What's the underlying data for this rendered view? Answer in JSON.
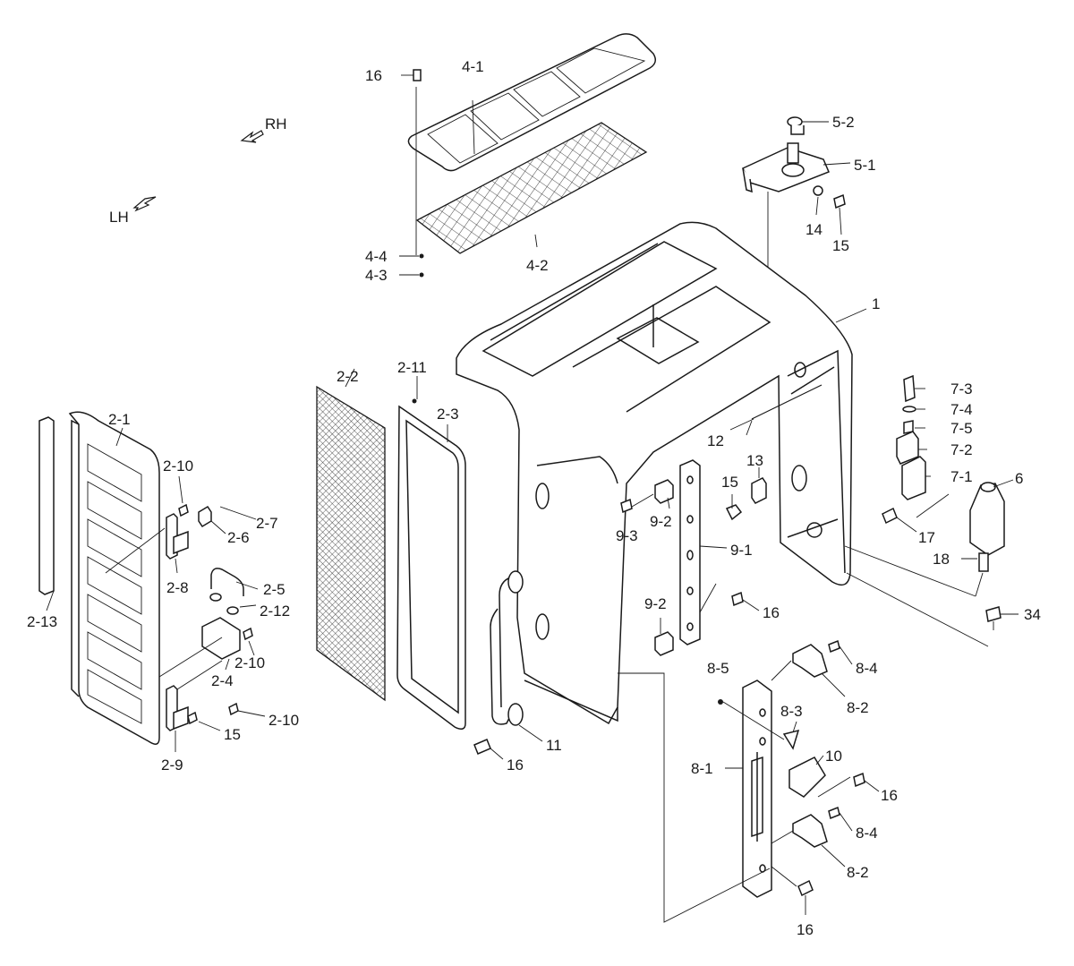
{
  "directions": {
    "rh": "RH",
    "lh": "LH"
  },
  "labels": {
    "p1": "1",
    "p2_1": "2-1",
    "p2_2": "2-2",
    "p2_3": "2-3",
    "p2_4": "2-4",
    "p2_5": "2-5",
    "p2_6": "2-6",
    "p2_7": "2-7",
    "p2_8": "2-8",
    "p2_9": "2-9",
    "p2_10a": "2-10",
    "p2_10b": "2-10",
    "p2_10c": "2-10",
    "p2_11": "2-11",
    "p2_12": "2-12",
    "p2_13": "2-13",
    "p4_1": "4-1",
    "p4_2": "4-2",
    "p4_3": "4-3",
    "p4_4": "4-4",
    "p5_1": "5-1",
    "p5_2": "5-2",
    "p6": "6",
    "p7_1": "7-1",
    "p7_2": "7-2",
    "p7_3": "7-3",
    "p7_4": "7-4",
    "p7_5": "7-5",
    "p8_1": "8-1",
    "p8_2a": "8-2",
    "p8_2b": "8-2",
    "p8_3": "8-3",
    "p8_4a": "8-4",
    "p8_4b": "8-4",
    "p8_5": "8-5",
    "p9_1": "9-1",
    "p9_2a": "9-2",
    "p9_2b": "9-2",
    "p9_3": "9-3",
    "p10": "10",
    "p11": "11",
    "p12": "12",
    "p13": "13",
    "p14": "14",
    "p15a": "15",
    "p15b": "15",
    "p15c": "15",
    "p16a": "16",
    "p16b": "16",
    "p16c": "16",
    "p16d": "16",
    "p16e": "16",
    "p17": "17",
    "p18": "18",
    "p34": "34"
  }
}
